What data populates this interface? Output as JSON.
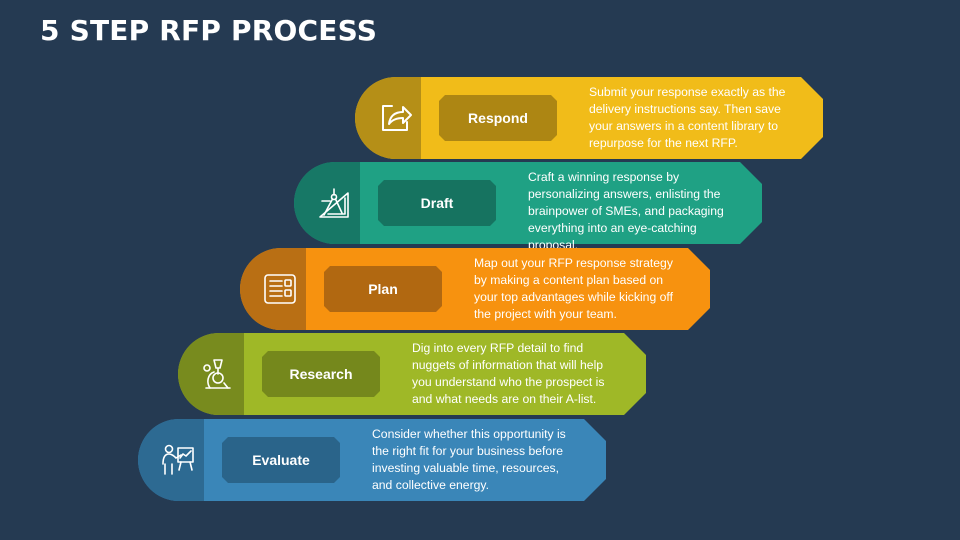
{
  "title": "5 STEP RFP PROCESS",
  "steps": [
    {
      "label": "Respond",
      "icon": "share-arrow-icon",
      "description": "Submit your response exactly as the delivery instructions say. Then save your answers in a content library to repurpose for the next RFP.",
      "color": "#f1bc19",
      "dark": "#b58f17",
      "label_bg": "#ad8613"
    },
    {
      "label": "Draft",
      "icon": "drafting-tools-icon",
      "description": "Craft a winning response by personalizing answers, enlisting the brainpower of SMEs, and packaging everything into an eye-catching proposal.",
      "color": "#1fa184",
      "dark": "#177866",
      "label_bg": "#167360"
    },
    {
      "label": "Plan",
      "icon": "planning-board-icon",
      "description": "Map out your RFP response strategy by making a content plan based on your top advantages while kicking off the project with your team.",
      "color": "#f7920f",
      "dark": "#b96f14",
      "label_bg": "#b16811"
    },
    {
      "label": "Research",
      "icon": "microscope-icon",
      "description": "Dig into every RFP detail to find nuggets of information that will help you understand who the prospect is and what needs are on their A-list.",
      "color": "#9fb827",
      "dark": "#788b1e",
      "label_bg": "#75881c"
    },
    {
      "label": "Evaluate",
      "icon": "presenter-board-icon",
      "description": "Consider whether this opportunity is the right fit for your business before investing valuable time, resources, and collective energy.",
      "color": "#3a86b8",
      "dark": "#2d6a92",
      "label_bg": "#2a648a"
    }
  ]
}
